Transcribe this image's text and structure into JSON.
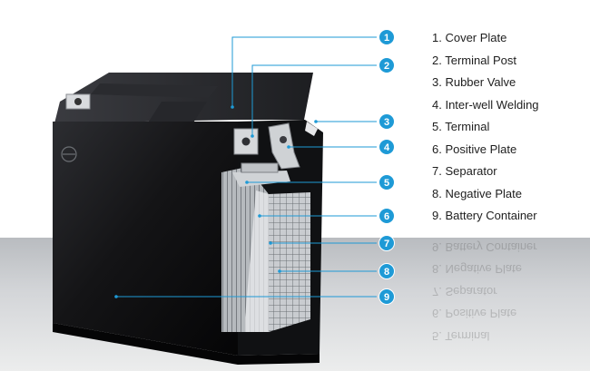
{
  "colors": {
    "callout_fill": "#1e9ad6",
    "leader_line": "#1e9ad6",
    "battery_case": "#151517",
    "legend_text": "#1e1e1e"
  },
  "callouts": [
    {
      "number": "1",
      "label": "1. Cover Plate"
    },
    {
      "number": "2",
      "label": "2. Terminal Post"
    },
    {
      "number": "3",
      "label": "3. Rubber Valve"
    },
    {
      "number": "4",
      "label": "4. Inter-well Welding"
    },
    {
      "number": "5",
      "label": "5. Terminal"
    },
    {
      "number": "6",
      "label": "6. Positive Plate"
    },
    {
      "number": "7",
      "label": "7. Separator"
    },
    {
      "number": "8",
      "label": "8. Negative Plate"
    },
    {
      "number": "9",
      "label": "9. Battery Container"
    }
  ],
  "reflection_labels": [
    "5. Terminal",
    "6. Positive Plate",
    "7. Separator",
    "8. Negative Plate",
    "9. Battery Container"
  ]
}
